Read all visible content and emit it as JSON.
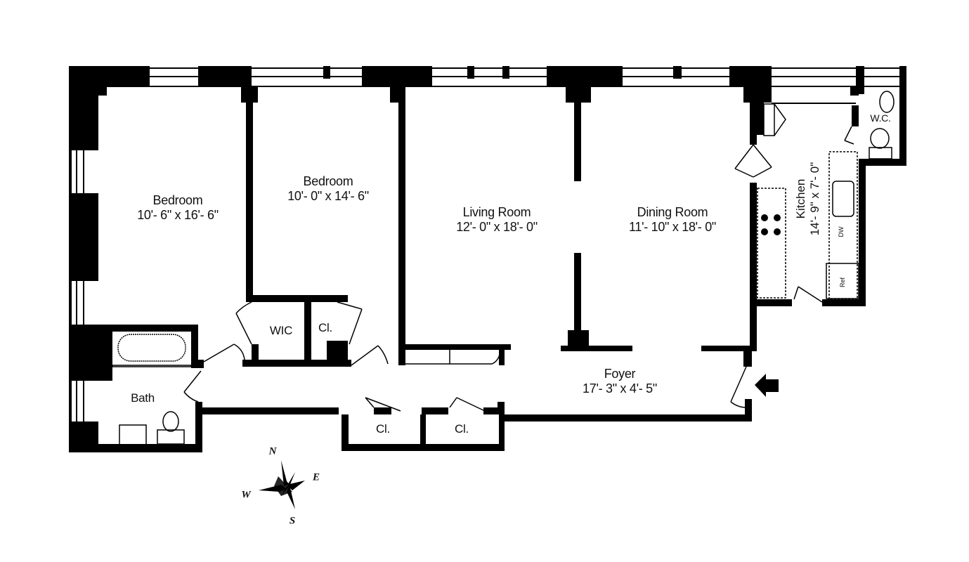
{
  "plan": {
    "rooms": [
      {
        "id": "bedroom-1",
        "name": "Bedroom",
        "dims": "10'- 6\" x 16'- 6\""
      },
      {
        "id": "bedroom-2",
        "name": "Bedroom",
        "dims": "10'- 0\" x 14'- 6\""
      },
      {
        "id": "living-room",
        "name": "Living Room",
        "dims": "12'- 0\" x 18'- 0\""
      },
      {
        "id": "dining-room",
        "name": "Dining Room",
        "dims": "11'- 10\" x 18'- 0\""
      },
      {
        "id": "kitchen",
        "name": "Kitchen",
        "dims": "14'- 9\" x 7'- 0\""
      },
      {
        "id": "foyer",
        "name": "Foyer",
        "dims": "17'- 3\" x 4'- 5\""
      }
    ],
    "small_labels": {
      "wic": "WIC",
      "closet_1": "Cl.",
      "closet_2": "Cl.",
      "closet_3": "Cl.",
      "bath": "Bath",
      "wc": "W.C.",
      "dishwasher": "DW",
      "refrigerator": "Ref"
    },
    "compass": {
      "n": "N",
      "s": "S",
      "e": "E",
      "w": "W"
    },
    "entrance_icon": "arrow-left-icon"
  }
}
